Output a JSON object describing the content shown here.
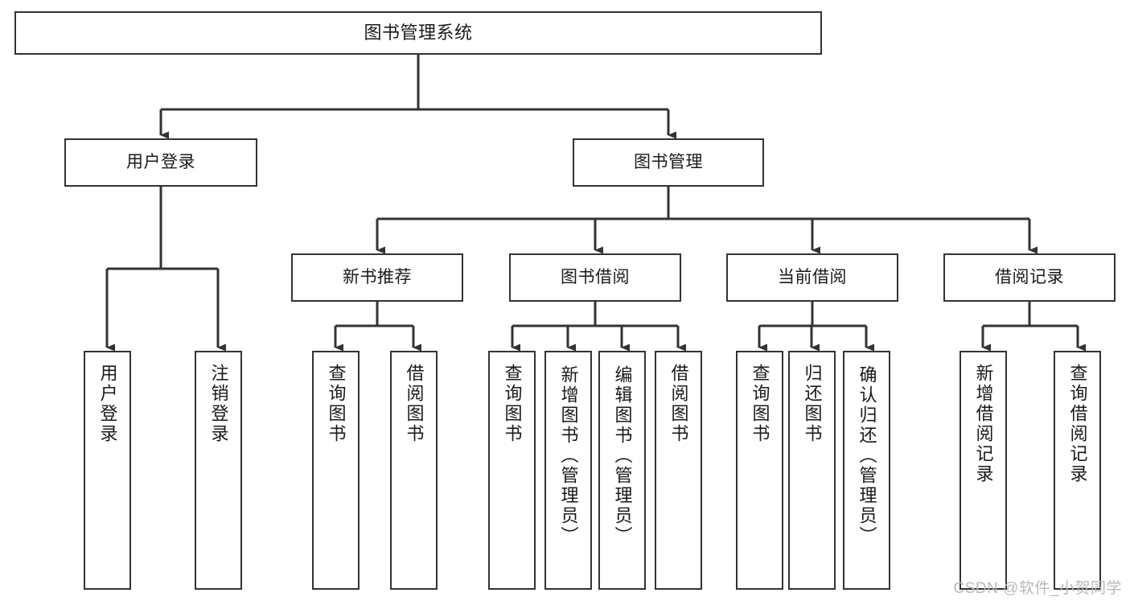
{
  "diagram": {
    "title": "图书管理系统",
    "type": "hierarchy-tree",
    "colors": {
      "background": "#ffffff",
      "box_border": "#333333",
      "box_fill": "#ffffff",
      "connector": "#333333",
      "text": "#1a1a1a",
      "watermark": "#b9b9b9"
    },
    "levels": {
      "root": "图书管理系统",
      "level2": [
        "用户登录",
        "图书管理"
      ],
      "level3": [
        "新书推荐",
        "图书借阅",
        "当前借阅",
        "借阅记录"
      ]
    }
  },
  "nodes": {
    "root": {
      "label": "图书管理系统"
    },
    "user_login": {
      "label": "用户登录"
    },
    "book_manage": {
      "label": "图书管理"
    },
    "new_book_rec": {
      "label": "新书推荐"
    },
    "book_borrow": {
      "label": "图书借阅"
    },
    "current_borrow": {
      "label": "当前借阅"
    },
    "borrow_record": {
      "label": "借阅记录"
    },
    "leaf_user_login": {
      "label": "用户登录"
    },
    "leaf_logout": {
      "label": "注销登录"
    },
    "leaf_query_book_1": {
      "label": "查询图书"
    },
    "leaf_borrow_book_1": {
      "label": "借阅图书"
    },
    "leaf_query_book_2": {
      "label": "查询图书"
    },
    "leaf_add_book": {
      "label": "新增图书（管理员）"
    },
    "leaf_edit_book": {
      "label": "编辑图书（管理员）"
    },
    "leaf_borrow_book_2": {
      "label": "借阅图书"
    },
    "leaf_query_book_3": {
      "label": "查询图书"
    },
    "leaf_return_book": {
      "label": "归还图书"
    },
    "leaf_confirm_return": {
      "label": "确认归还（管理员）"
    },
    "leaf_add_record": {
      "label": "新增借阅记录"
    },
    "leaf_query_record": {
      "label": "查询借阅记录"
    }
  },
  "watermark": {
    "text": "CSDN @软件_小贺同学"
  }
}
